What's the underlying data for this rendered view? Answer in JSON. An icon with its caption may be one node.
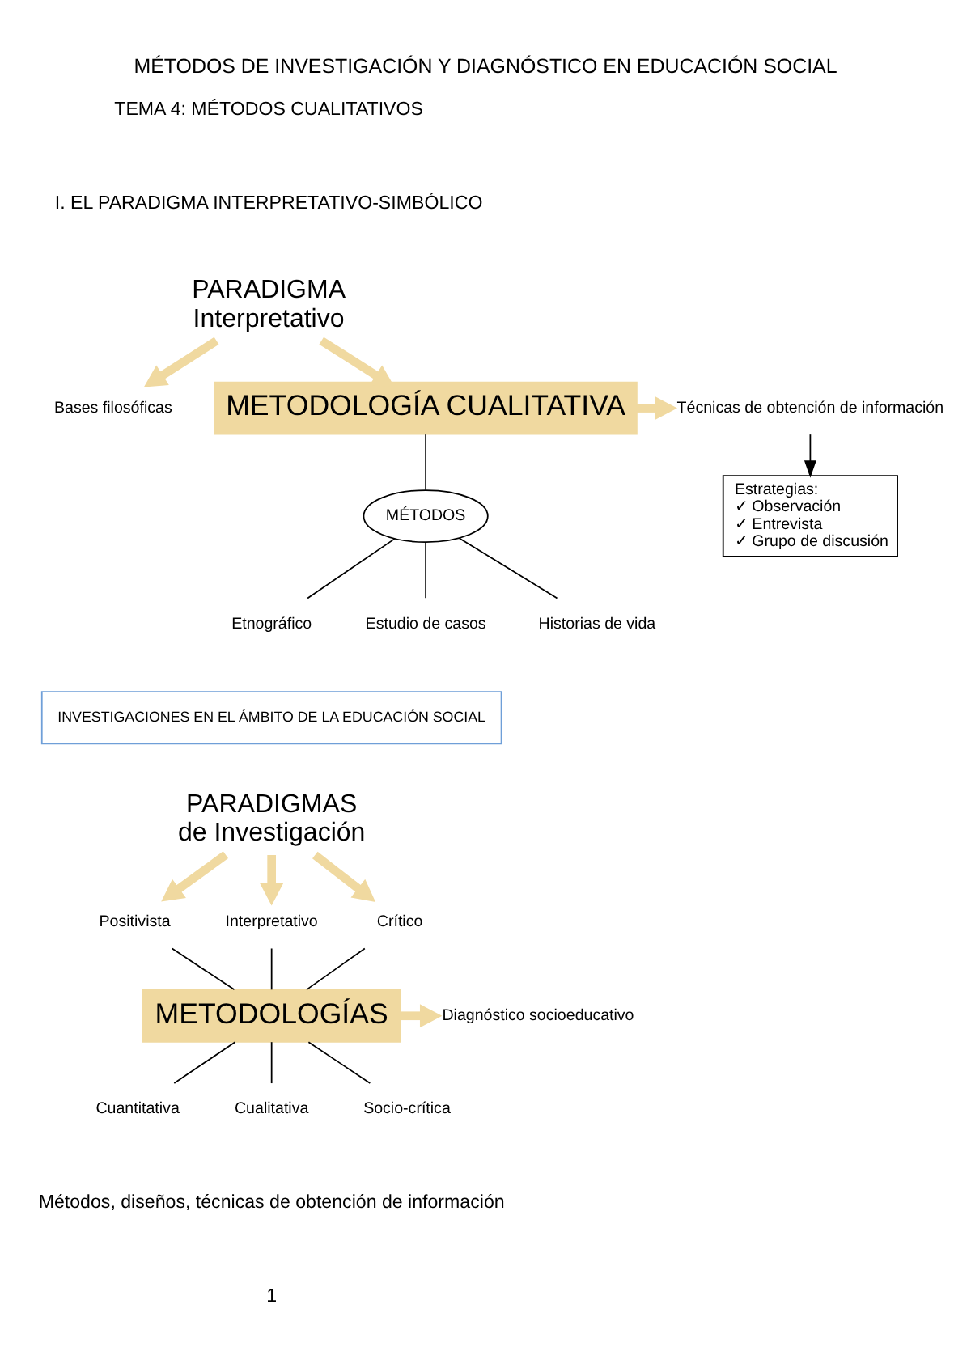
{
  "diagram": {
    "title": "MÉTODOS DE INVESTIGACIÓN Y DIAGNÓSTICO EN EDUCACIÓN SOCIAL",
    "nodes": [
      {
        "text": [
          "PARADIGMA",
          "Interpretativo"
        ]
      },
      {
        "text": [
          "Bases filosóficas"
        ]
      },
      {
        "text": [
          "METODOLOGÍA CUALITATIVA"
        ]
      },
      {
        "text": [
          "Técnicas de obtención de información"
        ]
      },
      {
        "text": [
          "Estrategias:",
          "✓ Observación",
          "✓ Entrevista",
          "✓ Grupo de discusión"
        ]
      },
      {
        "text": [
          "MÉTODOS"
        ]
      },
      {
        "text": [
          "Etnográfico"
        ]
      },
      {
        "text": [
          "Estudio de casos"
        ]
      },
      {
        "text": [
          "Historias de vida"
        ]
      },
      {
        "text": [
          "INVESTIGACIONES EN EL ÁMBITO DE LA EDUCACIÓN SOCIAL"
        ]
      },
      {
        "text": [
          "PARADIGMAS",
          "de Investigación"
        ]
      },
      {
        "text": [
          "Positivista"
        ]
      },
      {
        "text": [
          "Interpretativo"
        ]
      },
      {
        "text": [
          "Crítico"
        ]
      },
      {
        "text": [
          "METODOLOGÍAS"
        ]
      },
      {
        "text": [
          "Diagnóstico socioeducativo"
        ]
      },
      {
        "text": [
          "Cuantitativa"
        ]
      },
      {
        "text": [
          "Cualitativa"
        ]
      },
      {
        "text": [
          "Socio-crítica"
        ]
      }
    ],
    "edges": [
      {
        "from": 0,
        "to": 1,
        "arrow": "to",
        "style": "thick",
        "color": "#f0d9a0"
      },
      {
        "from": 0,
        "to": 2,
        "arrow": "to",
        "style": "thick",
        "color": "#f0d9a0"
      },
      {
        "from": 2,
        "to": 3,
        "arrow": "to",
        "style": "thick",
        "color": "#f0d9a0"
      },
      {
        "from": 3,
        "to": 4,
        "arrow": "to"
      },
      {
        "from": 2,
        "to": 5,
        "arrow": "none"
      },
      {
        "from": 5,
        "to": 6,
        "arrow": "none"
      },
      {
        "from": 5,
        "to": 7,
        "arrow": "none"
      },
      {
        "from": 5,
        "to": 8,
        "arrow": "none"
      },
      {
        "from": 10,
        "to": 11,
        "arrow": "to",
        "style": "thick",
        "color": "#f0d9a0"
      },
      {
        "from": 10,
        "to": 12,
        "arrow": "to",
        "style": "thick",
        "color": "#f0d9a0"
      },
      {
        "from": 10,
        "to": 13,
        "arrow": "to",
        "style": "thick",
        "color": "#f0d9a0"
      },
      {
        "from": 11,
        "to": 14,
        "arrow": "none"
      },
      {
        "from": 12,
        "to": 14,
        "arrow": "none"
      },
      {
        "from": 13,
        "to": 14,
        "arrow": "none"
      },
      {
        "from": 14,
        "to": 15,
        "arrow": "to",
        "style": "thick",
        "color": "#f0d9a0"
      },
      {
        "from": 14,
        "to": 16,
        "arrow": "none"
      },
      {
        "from": 14,
        "to": 17,
        "arrow": "none"
      },
      {
        "from": 14,
        "to": 18,
        "arrow": "none"
      }
    ],
    "labels": [
      "TEMA 4: MÉTODOS CUALITATIVOS",
      "I. EL PARADIGMA INTERPRETATIVO-SIMBÓLICO",
      "Métodos, diseños, técnicas de obtención de información",
      "1"
    ]
  }
}
